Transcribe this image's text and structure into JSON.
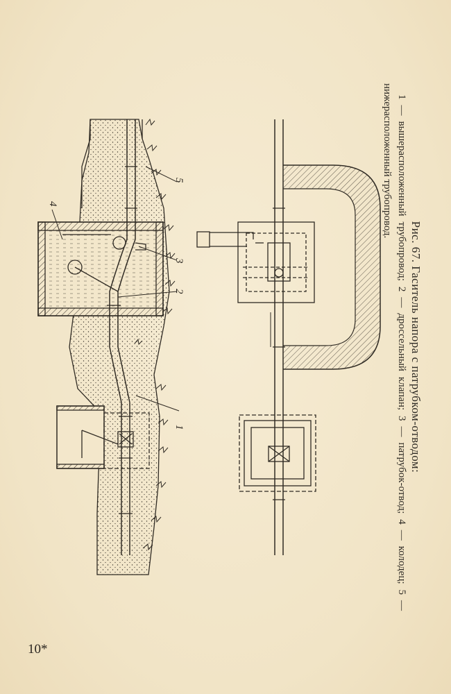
{
  "figure": {
    "caption_title": "Рис. 67. Гаситель напора с патрубком-отводом:",
    "caption_legend": "1 — вышерасположенный трубопровод; 2 — дроссельный клапан; 3 — патрубок-отвод; 4 — колодец; 5 — нижерасположенный трубопровод.",
    "callouts": [
      "1",
      "2",
      "3",
      "4",
      "5"
    ]
  },
  "page_number": "10*"
}
